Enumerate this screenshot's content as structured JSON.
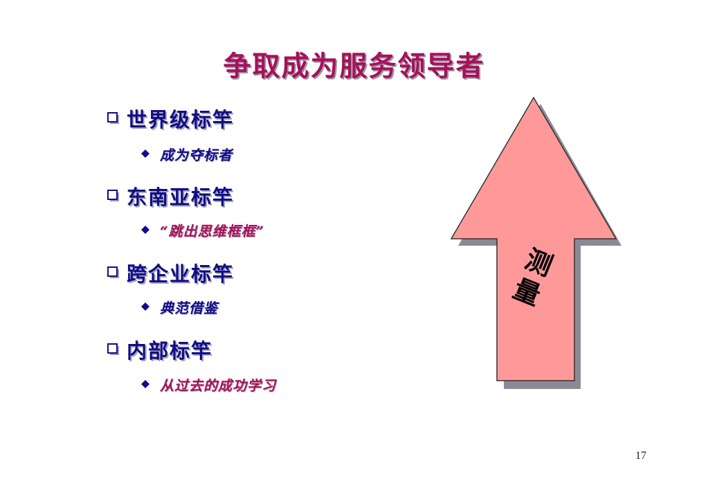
{
  "slide": {
    "title": "争取成为服务领导者",
    "items": [
      {
        "label": "世界级标竿",
        "sub": {
          "label": "成为夺标者",
          "color": "#100c8a"
        }
      },
      {
        "label": "东南亚标竿",
        "sub": {
          "label": "“跳出思维框框”",
          "color": "#a8105a"
        }
      },
      {
        "label": "跨企业标竿",
        "sub": {
          "label": "典范借鉴",
          "color": "#100c8a"
        }
      },
      {
        "label": "内部标竿",
        "sub": {
          "label": "从过去的成功学习",
          "color": "#a8105a"
        }
      }
    ],
    "arrow": {
      "label": "测量",
      "fill_color": "#ff9999",
      "outline_color": "#333333",
      "shadow_color": "#8a8a96"
    },
    "page_number": "17",
    "colors": {
      "title": "#a8105a",
      "item_text": "#100c8a",
      "bullet": "#100c8a"
    },
    "icons": {
      "item_bullet": "square-box-icon",
      "sub_bullet": "diamond-icon"
    }
  }
}
